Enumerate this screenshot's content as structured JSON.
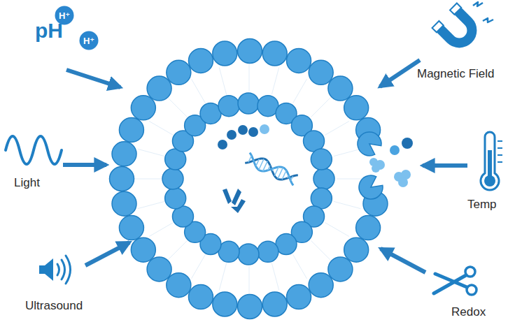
{
  "diagram": {
    "nodes": [
      {
        "text": [
          "H⁺"
        ]
      },
      {
        "text": [
          "H⁺"
        ]
      }
    ],
    "labels": [
      "pH",
      "Magnetic Field",
      "Light",
      "Temp",
      "Ultrasound",
      "Redox"
    ]
  }
}
